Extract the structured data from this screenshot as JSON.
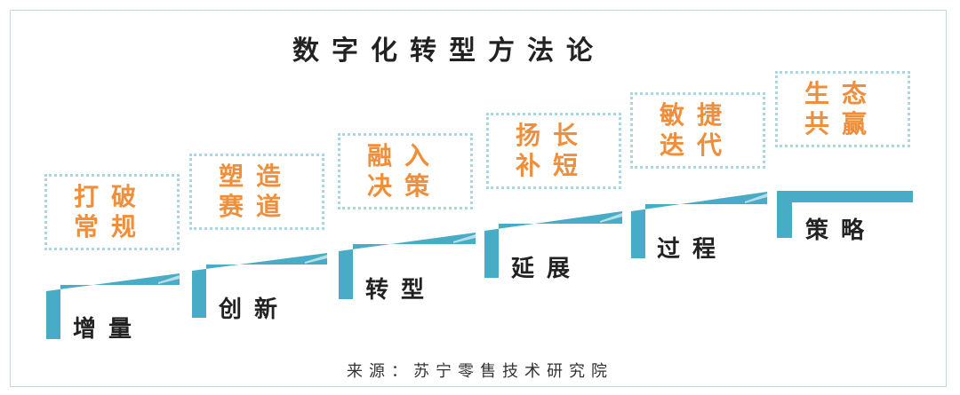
{
  "title": "数字化转型方法论",
  "source": "来源：苏宁零售技术研究院",
  "colors": {
    "accent_blue": "#48acc7",
    "orange": "#ef8f3c",
    "dotted_border": "#a9d7dd"
  },
  "steps": [
    {
      "label": "增量",
      "box_line1": "打破",
      "box_line2": "常规"
    },
    {
      "label": "创新",
      "box_line1": "塑造",
      "box_line2": "赛道"
    },
    {
      "label": "转型",
      "box_line1": "融入",
      "box_line2": "决策"
    },
    {
      "label": "延展",
      "box_line1": "扬长",
      "box_line2": "补短"
    },
    {
      "label": "过程",
      "box_line1": "敏捷",
      "box_line2": "迭代"
    },
    {
      "label": "策略",
      "box_line1": "生态",
      "box_line2": "共赢"
    }
  ]
}
